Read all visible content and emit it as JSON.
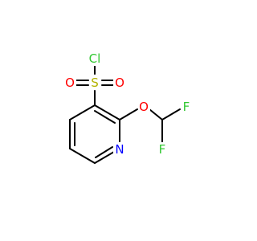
{
  "molecule": {
    "atoms": [
      {
        "id": "cl",
        "element": "Cl",
        "label": "Cl",
        "color": "#32C832"
      },
      {
        "id": "s",
        "element": "S",
        "label": "S",
        "color": "#B2B200"
      },
      {
        "id": "o1",
        "element": "O",
        "label": "O",
        "color": "#FF0000"
      },
      {
        "id": "o2",
        "element": "O",
        "label": "O",
        "color": "#FF0000"
      },
      {
        "id": "o3",
        "element": "O",
        "label": "O",
        "color": "#FF0000"
      },
      {
        "id": "n",
        "element": "N",
        "label": "N",
        "color": "#0000FF"
      },
      {
        "id": "f1",
        "element": "F",
        "label": "F",
        "color": "#32C832"
      },
      {
        "id": "f2",
        "element": "F",
        "label": "F",
        "color": "#32C832"
      }
    ],
    "bond_color": "#000000"
  }
}
